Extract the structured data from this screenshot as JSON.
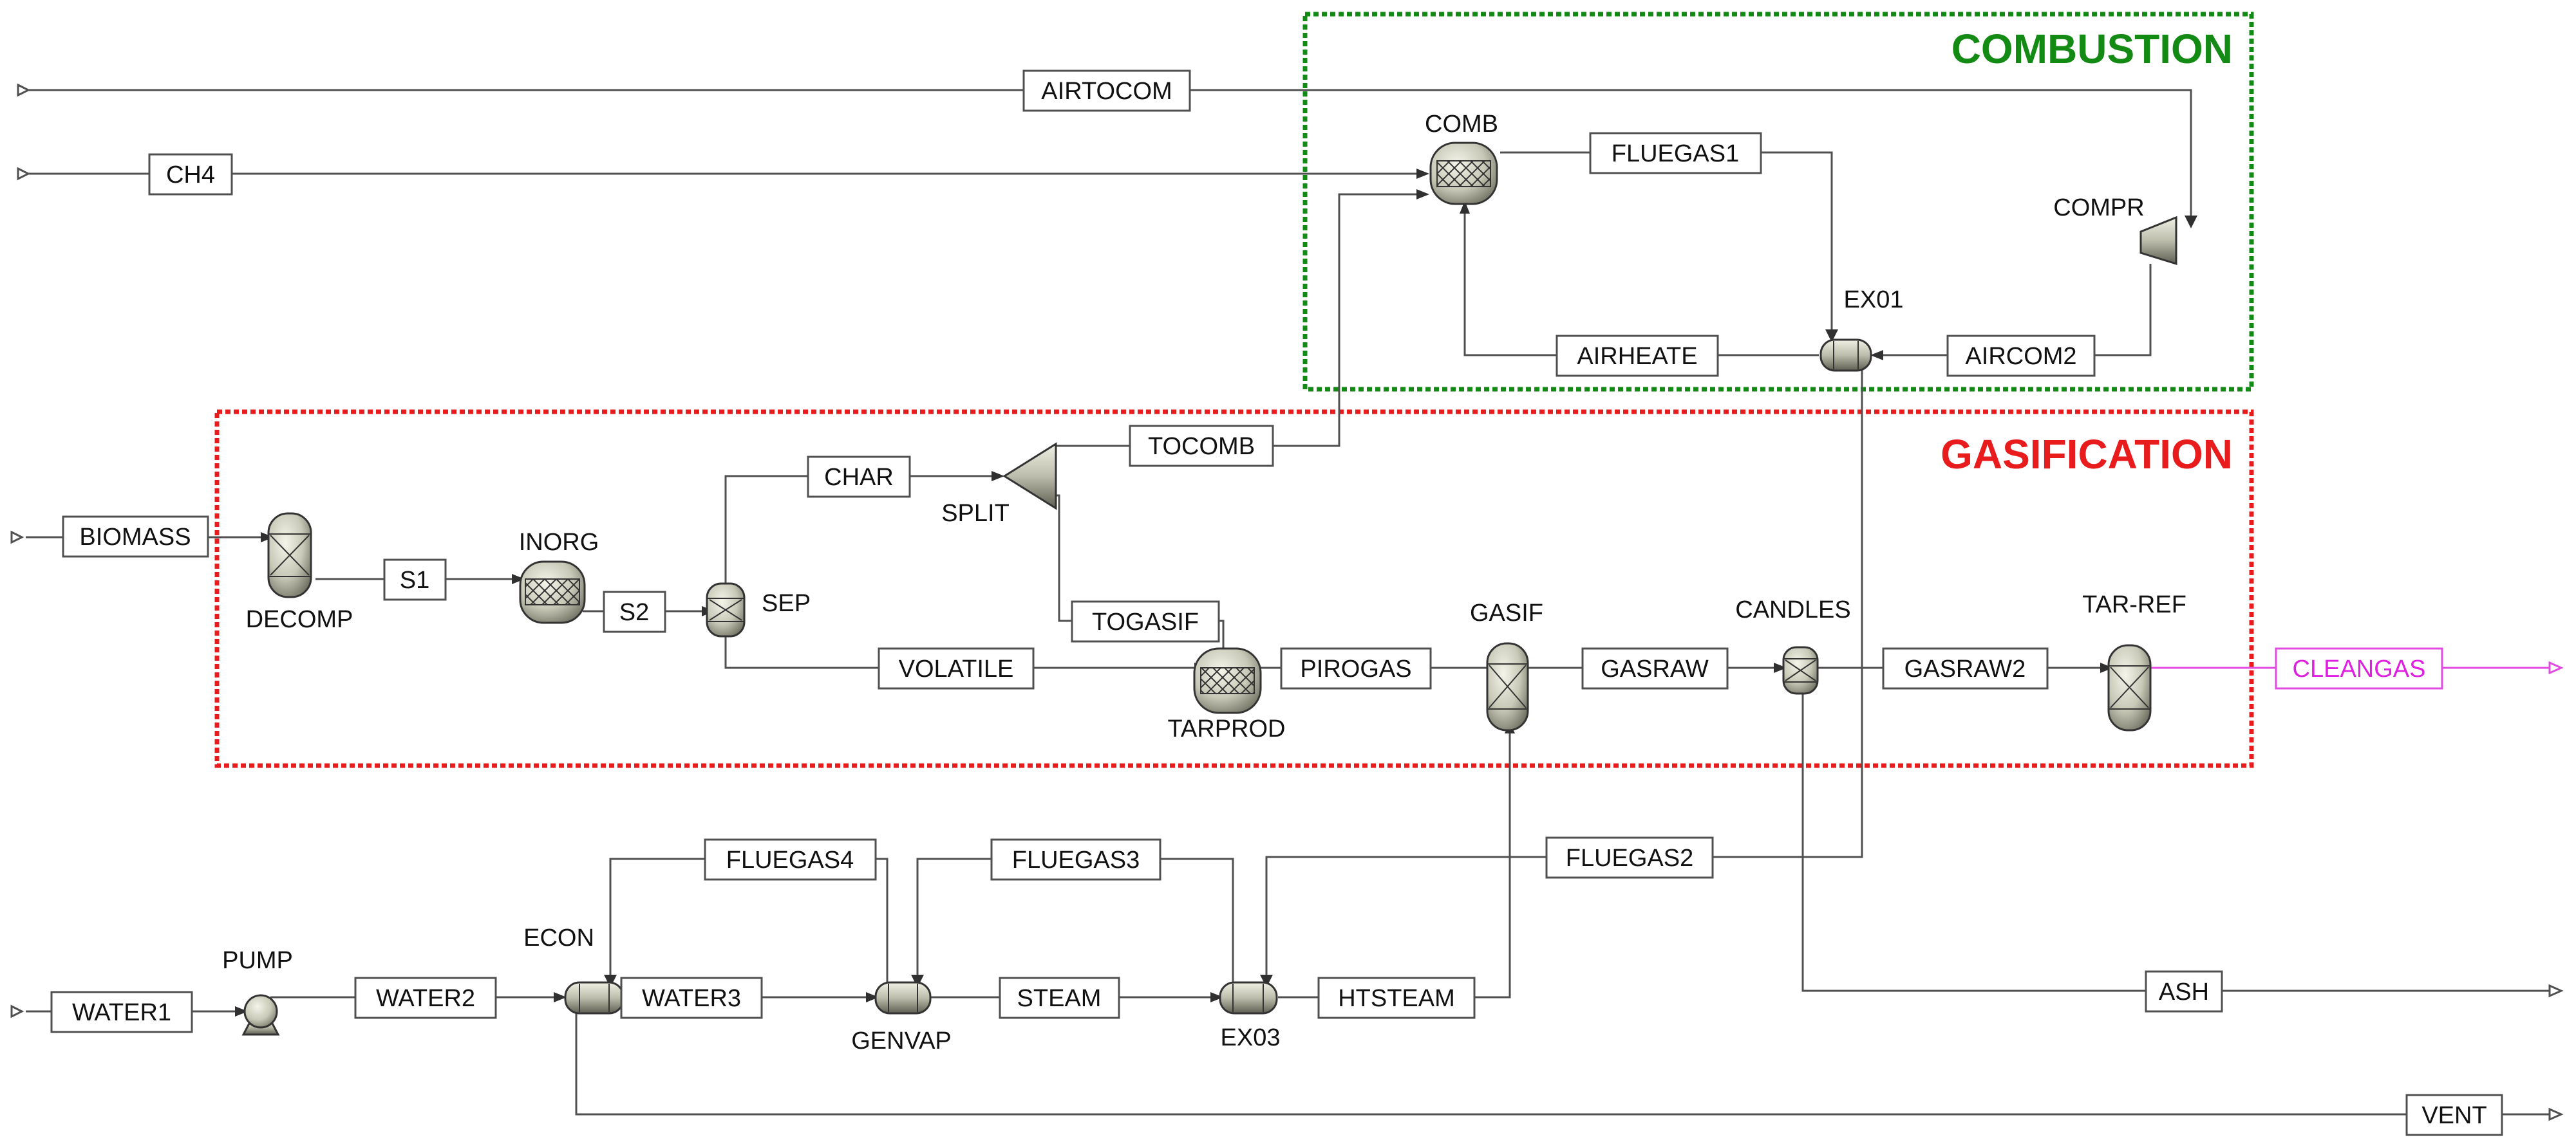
{
  "colors": {
    "combustion_zone": "#138a13",
    "gasification_zone": "#e81c1c",
    "clean_stream": "#e020e0",
    "equipment_fill": "#d8d8c8"
  },
  "zones": {
    "combustion": {
      "title": "COMBUSTION"
    },
    "gasification": {
      "title": "GASIFICATION"
    }
  },
  "blocks": {
    "comb": "COMB",
    "compr": "COMPR",
    "ex01": "EX01",
    "decomp": "DECOMP",
    "inorg": "INORG",
    "sep": "SEP",
    "split": "SPLIT",
    "tarprod": "TARPROD",
    "gasif": "GASIF",
    "candles": "CANDLES",
    "tarref": "TAR-REF",
    "pump": "PUMP",
    "econ": "ECON",
    "genvap": "GENVAP",
    "ex03": "EX03"
  },
  "streams": {
    "airtocom": "AIRTOCOM",
    "ch4": "CH4",
    "fluegas1": "FLUEGAS1",
    "airheate": "AIRHEATE",
    "aircom2": "AIRCOM2",
    "biomass": "BIOMASS",
    "s1": "S1",
    "s2": "S2",
    "char": "CHAR",
    "tocomb": "TOCOMB",
    "togasif": "TOGASIF",
    "volatile": "VOLATILE",
    "pirogas": "PIROGAS",
    "gasraw": "GASRAW",
    "gasraw2": "GASRAW2",
    "cleangas": "CLEANGAS",
    "fluegas4": "FLUEGAS4",
    "fluegas3": "FLUEGAS3",
    "fluegas2": "FLUEGAS2",
    "water1": "WATER1",
    "water2": "WATER2",
    "water3": "WATER3",
    "steam": "STEAM",
    "htsteam": "HTSTEAM",
    "ash": "ASH",
    "vent": "VENT"
  }
}
